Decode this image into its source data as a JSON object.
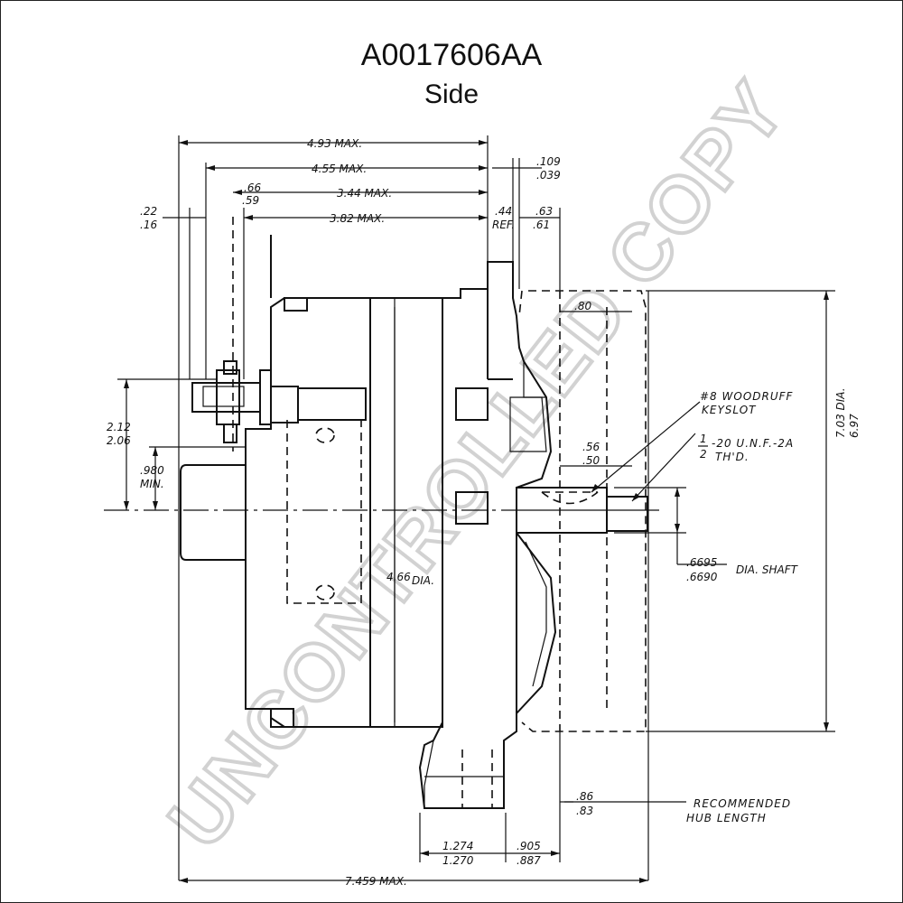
{
  "title": "A0017606AA",
  "subtitle": "Side",
  "watermark": "UNCONTROLLED COPY",
  "dimensions": {
    "d493": "4.93  MAX.",
    "d455": "4.55 MAX.",
    "d344": "3.44  MAX.",
    "d382": "3.82  MAX.",
    "d066": ".66",
    "d059": ".59",
    "d022": ".22",
    "d016": ".16",
    "d109": ".109",
    "d039": ".039",
    "d044": ".44",
    "dref": "REF.",
    "d063": ".63",
    "d061": ".61",
    "d080": ".80",
    "d212": "2.12",
    "d206": "2.06",
    "d980": ".980",
    "dmin": "MIN.",
    "d703": "7.03  DIA.",
    "d697": "6.97",
    "d056": ".56",
    "d050": ".50",
    "d6695": ".6695",
    "d6690": ".6690",
    "dshaft": "DIA. SHAFT",
    "d466": "4.66",
    "d4dia": "DIA.",
    "d086": ".86",
    "d083": ".83",
    "d1274": "1.274",
    "d1270": "1.270",
    "d905": ".905",
    "d887": ".887",
    "d7459": "7.459 MAX."
  },
  "notes": {
    "woodruff_1": "#8  WOODRUFF",
    "woodruff_2": "KEYSLOT",
    "thread_num": "1",
    "thread_den": "2",
    "thread_1": "-20  U.N.F.-2A",
    "thread_2": "TH'D.",
    "hub_1": "RECOMMENDED",
    "hub_2": "HUB  LENGTH"
  }
}
